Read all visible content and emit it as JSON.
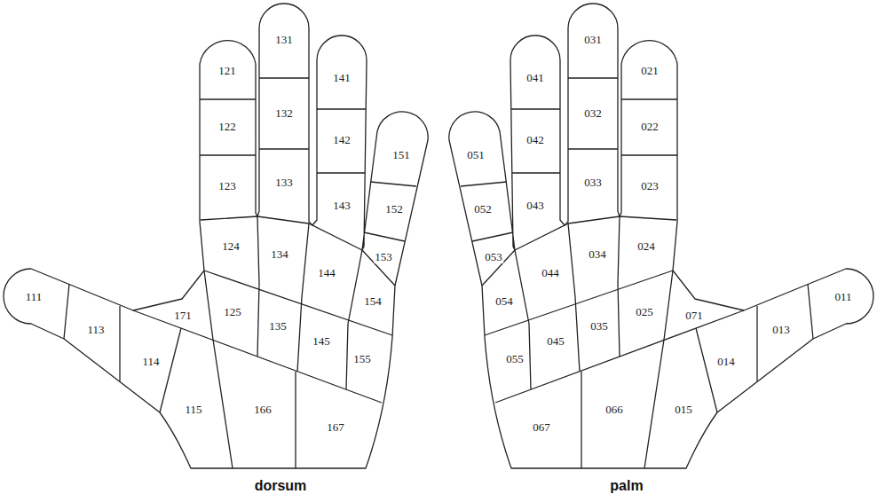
{
  "diagram": {
    "labels": [
      "121",
      "122",
      "123",
      "124",
      "131",
      "132",
      "133",
      "134",
      "141",
      "142",
      "143",
      "144",
      "151",
      "152",
      "153",
      "154",
      "111",
      "113",
      "114",
      "115",
      "171",
      "125",
      "135",
      "145",
      "155",
      "166",
      "167",
      "021",
      "022",
      "023",
      "024",
      "031",
      "032",
      "033",
      "034",
      "041",
      "042",
      "043",
      "044",
      "051",
      "052",
      "053",
      "054",
      "011",
      "013",
      "014",
      "015",
      "071",
      "025",
      "035",
      "045",
      "055",
      "066",
      "067",
      "dorsum",
      "palm"
    ]
  }
}
